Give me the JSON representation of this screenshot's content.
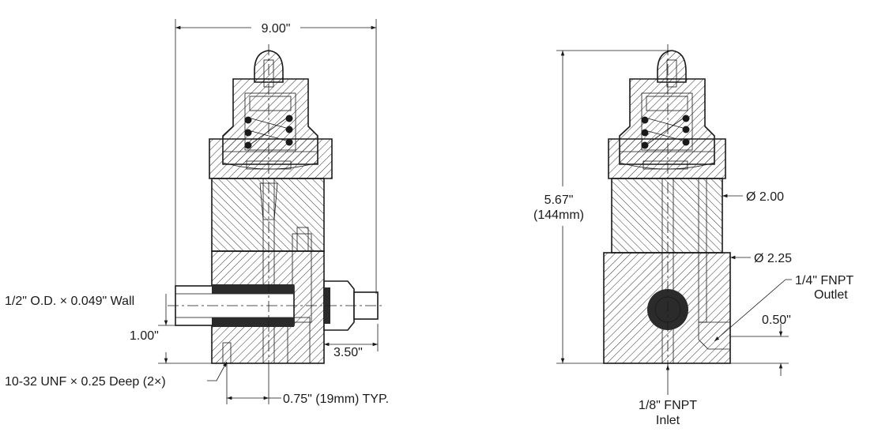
{
  "colors": {
    "ink": "#1a1a1a",
    "paper": "#ffffff",
    "dark": "#2b2b2b"
  },
  "front_view": {
    "dim_width": "9.00\"",
    "tube_callout": "1/2\" O.D. × 0.049\" Wall",
    "dim_height": "1.00\"",
    "dim_right": "3.50\"",
    "thread_callout": "10-32 UNF × 0.25 Deep (2×)",
    "dim_spacing": "0.75\" (19mm) TYP."
  },
  "side_view": {
    "dim_height": "5.67\"",
    "dim_height_metric": "(144mm)",
    "dia_upper": "Ø 2.00",
    "dia_lower": "Ø 2.25",
    "outlet_line1": "1/4\" FNPT",
    "outlet_line2": "Outlet",
    "dim_outlet": "0.50\"",
    "inlet_line1": "1/8\" FNPT",
    "inlet_line2": "Inlet"
  }
}
